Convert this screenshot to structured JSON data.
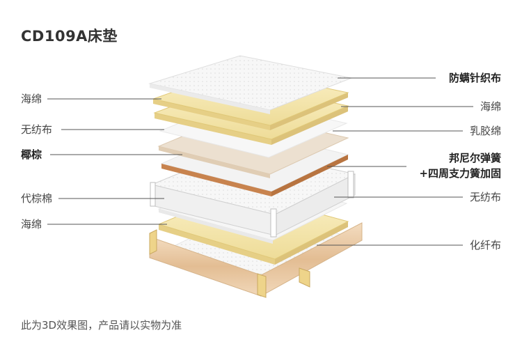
{
  "title": "CD109A床垫",
  "left_labels": [
    {
      "text": "海绵"
    },
    {
      "text": "无纺布"
    },
    {
      "text": "椰棕"
    },
    {
      "text": "代棕棉"
    },
    {
      "text": "海绵"
    }
  ],
  "right_labels": [
    {
      "text": "防螨针织布"
    },
    {
      "text": "海绵"
    },
    {
      "text": "乳胶绵"
    },
    {
      "line1": "邦尼尔弹簧",
      "line2": "+四周支力簧加固"
    },
    {
      "text": "无纺布"
    },
    {
      "text": "化纤布"
    }
  ],
  "note": "此为3D效果图，产品请以实物为准",
  "colors": {
    "foam": "#f3e6b0",
    "foam_edge": "#e3cf86",
    "fabric": "#f4f4f4",
    "coir": "#c8834e",
    "latex": "#ead9c6",
    "frame_wood": "#e8c9a3"
  }
}
